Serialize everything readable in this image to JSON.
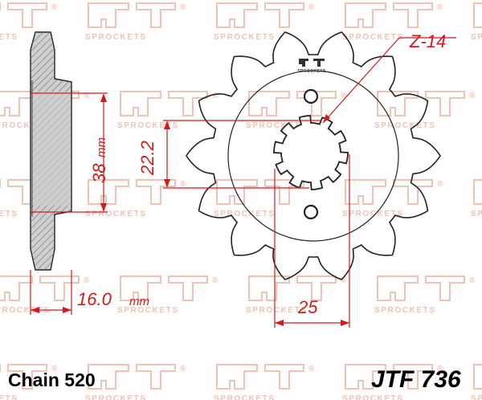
{
  "watermark": {
    "text": "SPROCKETS",
    "registered": "®"
  },
  "logo": {
    "text": "SPROCKETS"
  },
  "annotations": {
    "teeth": "Z-14",
    "spline_diameter": "22.2",
    "hub_diameter": "38",
    "hub_unit": "mm",
    "offset": "16.0",
    "offset_unit": "mm",
    "bolt_spacing": "25"
  },
  "footer": {
    "chain": "Chain 520",
    "part_number": "JTF 736"
  },
  "colors": {
    "dimension": "#d21a1a",
    "watermark": "#f0c2b4",
    "metal": "#bdbdbd",
    "outline": "#222222"
  },
  "sprocket": {
    "teeth": 14
  }
}
